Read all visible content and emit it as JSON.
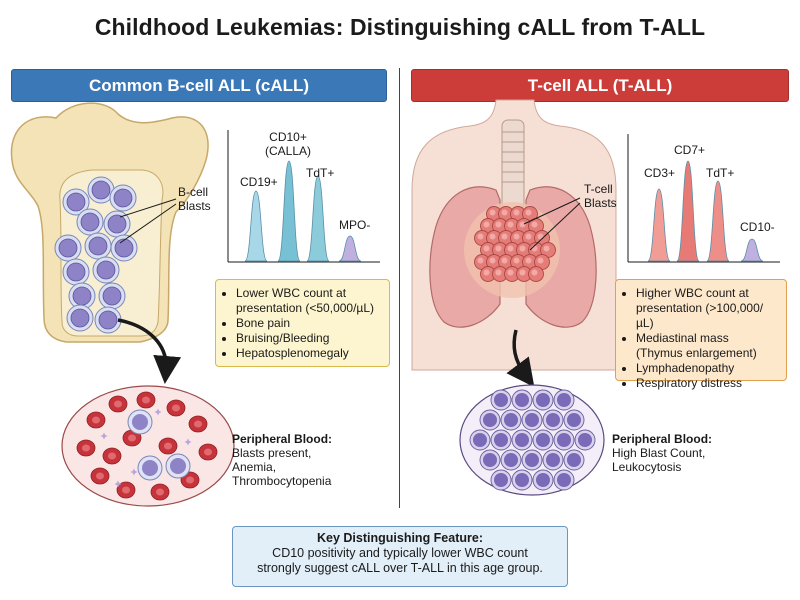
{
  "title": "Childhood Leukemias: Distinguishing cALL from T-ALL",
  "left": {
    "banner": "Common B-cell ALL (cALL)",
    "cell_label_1": "B-cell",
    "cell_label_2": "Blasts",
    "markers": [
      {
        "label": "CD19+",
        "level": 0.7,
        "color": "#9fd3e6"
      },
      {
        "label": "CD10+",
        "label2": "(CALLA)",
        "level": 1.0,
        "color": "#69b9cf"
      },
      {
        "label": "TdT+",
        "level": 0.85,
        "color": "#7fc5d6"
      },
      {
        "label": "MPO-",
        "level": 0.25,
        "color": "#b9a7dc"
      }
    ],
    "findings": [
      "Lower WBC count at",
      "presentation (<50,000/µL)",
      "Bone pain",
      "Bruising/Bleeding",
      "Hepatosplenomegaly"
    ],
    "blood_heading": "Peripheral Blood:",
    "blood_lines": [
      "Blasts present,",
      "Anemia,",
      "Thrombocytopenia"
    ]
  },
  "right": {
    "banner": "T-cell ALL (T-ALL)",
    "cell_label_1": "T-cell",
    "cell_label_2": "Blasts",
    "markers": [
      {
        "label": "CD3+",
        "level": 0.72,
        "color": "#f0928b"
      },
      {
        "label": "CD7+",
        "level": 1.0,
        "color": "#e66c66"
      },
      {
        "label": "TdT+",
        "level": 0.8,
        "color": "#ec827b"
      },
      {
        "label": "CD10-",
        "level": 0.22,
        "color": "#b9a7dc"
      }
    ],
    "findings": [
      "Higher WBC count at",
      "presentation (>100,000/µL)",
      "Mediastinal mass",
      "(Thymus enlargement)",
      "Lymphadenopathy",
      "Respiratory distress"
    ],
    "blood_heading": "Peripheral Blood:",
    "blood_lines": [
      "High Blast Count,",
      "Leukocytosis"
    ]
  },
  "key": {
    "heading": "Key Distinguishing Feature:",
    "line1": "CD10 positivity and typically lower WBC count",
    "line2": "strongly suggest cALL over T-ALL in this age group."
  },
  "colors": {
    "blue_banner": "#3a78b8",
    "red_banner": "#cc3d3a",
    "yellow_box": "#fdf5cf",
    "orange_box": "#fde8cc",
    "key_box": "#e3eff8"
  }
}
